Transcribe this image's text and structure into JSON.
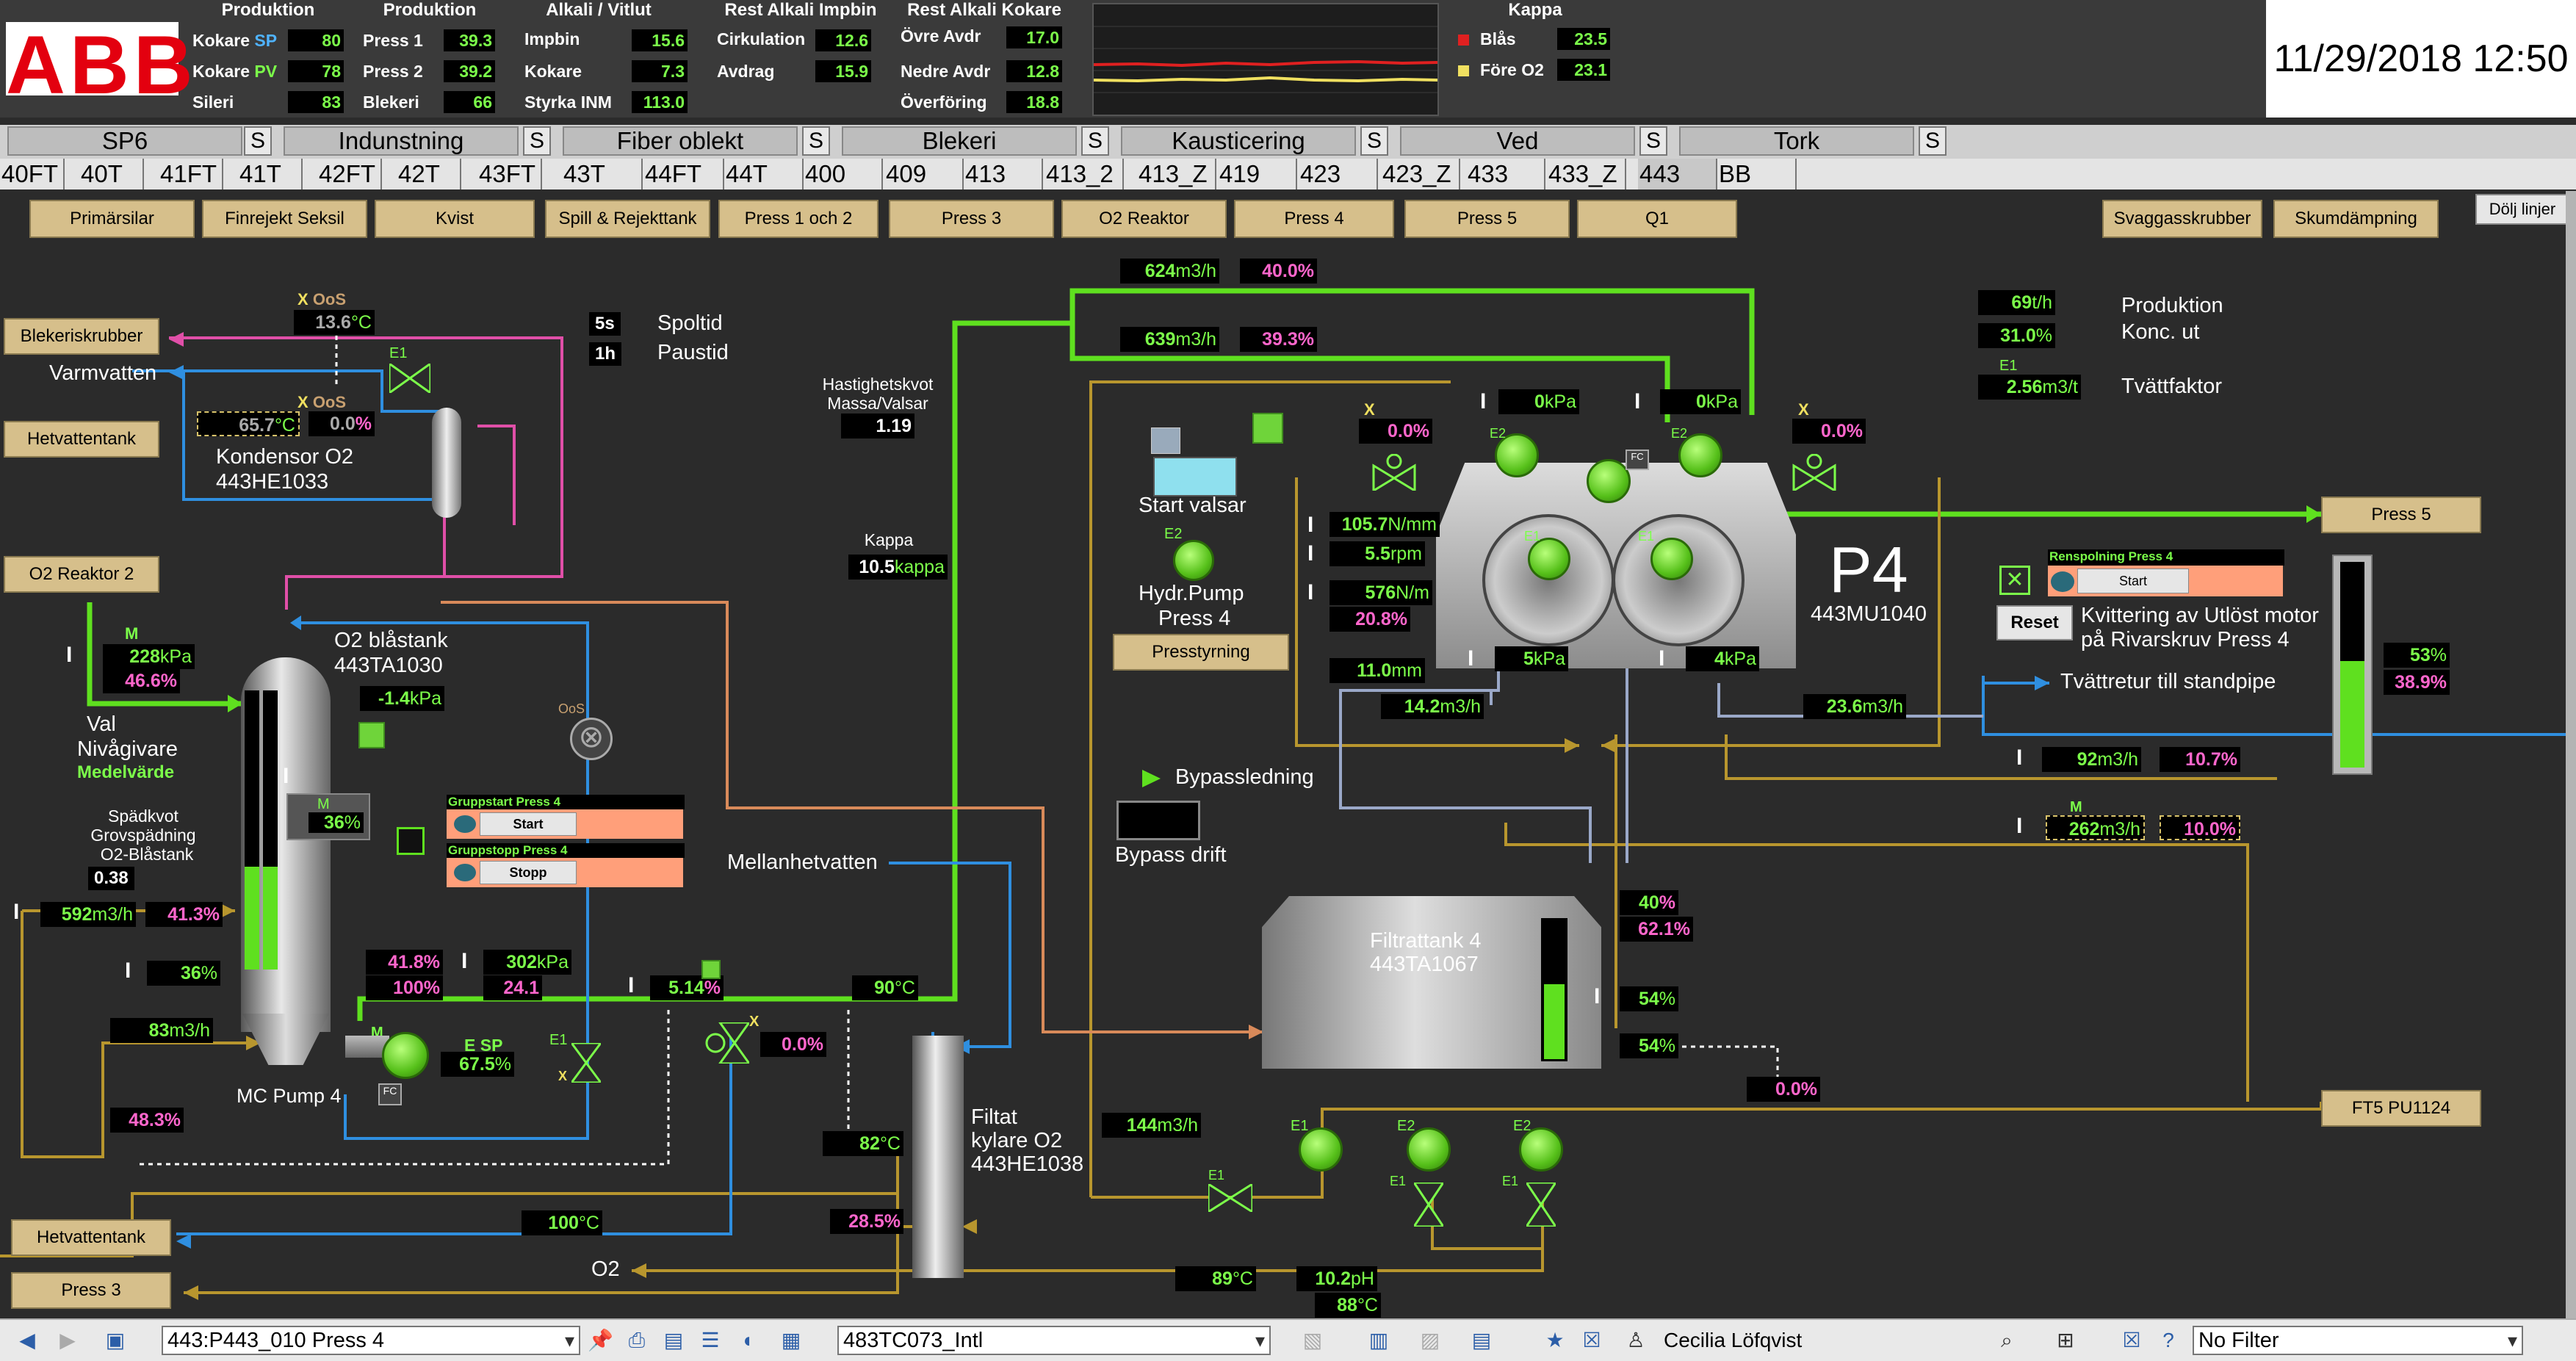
{
  "header": {
    "logo": "ABB",
    "clock": "11/29/2018 12:50",
    "produktion1": {
      "title": "Produktion",
      "rows": [
        {
          "label": "Kokare",
          "tag": "SP",
          "value": "80"
        },
        {
          "label": "Kokare",
          "tag": "PV",
          "value": "78"
        },
        {
          "label": "Sileri",
          "tag": "",
          "value": "83"
        }
      ]
    },
    "produktion2": {
      "title": "Produktion",
      "rows": [
        {
          "label": "Press 1",
          "value": "39.3"
        },
        {
          "label": "Press 2",
          "value": "39.2"
        },
        {
          "label": "Blekeri",
          "value": "66"
        }
      ]
    },
    "alkali": {
      "title": "Alkali / Vitlut",
      "rows": [
        {
          "label": "Impbin",
          "value": "15.6"
        },
        {
          "label": "Kokare",
          "value": "7.3"
        },
        {
          "label": "Styrka INM",
          "value": "113.0"
        }
      ]
    },
    "rest_impbin": {
      "title": "Rest Alkali Impbin",
      "rows": [
        {
          "label": "Cirkulation",
          "value": "12.6"
        },
        {
          "label": "Avdrag",
          "value": "15.9"
        }
      ]
    },
    "rest_kokare": {
      "title": "Rest Alkali Kokare",
      "rows": [
        {
          "label": "Övre Avdr",
          "value": "17.0"
        },
        {
          "label": "Nedre Avdr",
          "value": "12.8"
        },
        {
          "label": "Överföring",
          "value": "18.8"
        }
      ]
    },
    "kappa": {
      "title": "Kappa",
      "rows": [
        {
          "label": "Blås",
          "value": "23.5",
          "color": "#e02020"
        },
        {
          "label": "Före O2",
          "value": "23.1",
          "color": "#f0e060"
        }
      ]
    }
  },
  "nav": {
    "tabs": [
      {
        "label": "SP6",
        "s": "S"
      },
      {
        "label": "Indunstning",
        "s": "S"
      },
      {
        "label": "Fiber oblekt",
        "s": "S"
      },
      {
        "label": "Blekeri",
        "s": "S"
      },
      {
        "label": "Kausticering",
        "s": "S"
      },
      {
        "label": "Ved",
        "s": "S"
      },
      {
        "label": "Tork",
        "s": "S"
      }
    ],
    "subtabs": [
      "40FT",
      "40T",
      "41FT",
      "41T",
      "42FT",
      "42T",
      "43FT",
      "43T",
      "44FT",
      "44T",
      "400",
      "409",
      "413",
      "413_2",
      "413_Z",
      "419",
      "423",
      "423_Z",
      "433",
      "433_Z",
      "443",
      "BB"
    ]
  },
  "buttons": {
    "row": [
      "Primärsilar",
      "Finrejekt Seksil",
      "Kvist",
      "Spill & Rejekttank",
      "Press 1 och 2",
      "Press 3",
      "O2 Reaktor",
      "Press 4",
      "Press 5",
      "Q1"
    ],
    "svaggas": "Svaggasskrubber",
    "skum": "Skumdämpning",
    "dolj": "Dölj linjer",
    "blekeriskrubber": "Blekeriskrubber",
    "hetvattentank1": "Hetvattentank",
    "o2reaktor2": "O2 Reaktor 2",
    "hetvattentank2": "Hetvattentank",
    "press3": "Press 3",
    "press5": "Press 5",
    "ft5": "FT5 PU1124",
    "presstyrning": "Presstyrning",
    "reset": "Reset",
    "start": "Start",
    "stopp": "Stopp",
    "start2": "Start"
  },
  "labels": {
    "varmvatten": "Varmvatten",
    "kondensor": "Kondensor O2",
    "kondensor_tag": "443HE1033",
    "spoltid": "Spoltid",
    "spoltid_v": "5s",
    "paustid": "Paustid",
    "paustid_v": "1h",
    "o2blastank": "O2 blåstank",
    "o2blastank_tag": "443TA1030",
    "val": "Val",
    "nivagivare": "Nivågivare",
    "medelvarde": "Medelvärde",
    "spadkvot": "Spädkvot",
    "grovspadning": "Grovspädning",
    "o2blastank2": "O2-Blåstank",
    "spadkvot_v": "0.38",
    "mcpump": "MC Pump 4",
    "esp": "E SP",
    "esp_v": "67.5",
    "esp_u": "%",
    "hastighet1": "Hastighetskvot",
    "hastighet2": "Massa/Valsar",
    "hastighet_v": "1.19",
    "kappa": "Kappa",
    "kappa_v": "10.5",
    "kappa_u": "kappa",
    "mellanhet": "Mellanhetvatten",
    "gruppstart": "Gruppstart Press 4",
    "gruppstopp": "Gruppstopp Press 4",
    "startvalsar": "Start valsar",
    "hydrpump1": "Hydr.Pump",
    "hydrpump2": "Press 4",
    "bypass": "Bypassledning",
    "bypassdrift": "Bypass drift",
    "p4": "P4",
    "p4_tag": "443MU1040",
    "filtrattank": "Filtrattank 4",
    "filtrattank_tag": "443TA1067",
    "filtat1": "Filtat",
    "filtat2": "kylare O2",
    "filtat3": "443HE1038",
    "o2": "O2",
    "produktion": "Produktion",
    "konc": "Konc. ut",
    "tvattfaktor": "Tvättfaktor",
    "renspolning": "Renspolning Press 4",
    "kvittering1": "Kvittering av Utlöst motor",
    "kvittering2": "på Rivarskruv Press 4",
    "tvattretur": "Tvättretur till standpipe",
    "oos": "OoS",
    "x": "X",
    "m": "M",
    "e1": "E1",
    "e2": "E2",
    "i": "I",
    "fc": "FC"
  },
  "values": {
    "t136": "13.6",
    "t136u": "°C",
    "t657": "65.7",
    "t657u": "°C",
    "oos0": "0.0",
    "oos0u": "%",
    "kpa228": "228",
    "kpau": "kPa",
    "p466": "46.6",
    "pctu": "%",
    "kpa_neg14": "-1.4",
    "m36": "36",
    "f592": "592",
    "f592u": "m3/h",
    "p413": "41.3",
    "p36b": "36",
    "f83": "83",
    "f83u": "m3/h",
    "p483": "48.3",
    "p418": "41.8",
    "p100": "100",
    "kpa302": "302",
    "v241": "24.1",
    "p514": "5.14",
    "t90": "90",
    "tempu": "°C",
    "x00b": "0.0",
    "t100": "100",
    "t82": "82",
    "p285": "28.5",
    "f624": "624",
    "f624u": "m3/h",
    "p400": "40.0",
    "f639": "639",
    "p393": "39.3",
    "p00x1": "0.0",
    "p00x2": "0.0",
    "kpa0a": "0",
    "kpa0b": "0",
    "nmm1057": "105.7",
    "nmmu": "N/mm",
    "rpm55": "5.5",
    "rpmu": "rpm",
    "nm576": "576",
    "nmu": "N/m",
    "p208": "20.8",
    "mm110": "11.0",
    "mmu": "mm",
    "f142": "14.2",
    "f236": "23.6",
    "kpa5": "5",
    "kpa4": "4",
    "tph69": "69",
    "tphu": "t/h",
    "p310": "31.0",
    "m3t256": "2.56",
    "m3tu": "m3/t",
    "p53": "53",
    "p389": "38.9",
    "f92": "92",
    "p107": "10.7",
    "f262": "262",
    "p100b": "10.0",
    "p40": "40",
    "p621": "62.1",
    "p54a": "54",
    "p54b": "54",
    "p00c": "0.0",
    "f144": "144",
    "t89": "89",
    "ph102": "10.2",
    "phu": "pH",
    "t88": "88"
  },
  "toolbar": {
    "location": "443:P443_010 Press 4",
    "tag": "483TC073_Intl",
    "user": "Cecilia Löfqvist",
    "filter": "No Filter"
  },
  "colors": {
    "green_pipe": "#5fe01f",
    "yellow_pipe": "#b8962e",
    "blue_pipe": "#2f8fe0",
    "pink_pipe": "#e04fa8",
    "orange_pipe": "#d88a5a",
    "grey_pipe": "#9aa8c8"
  }
}
